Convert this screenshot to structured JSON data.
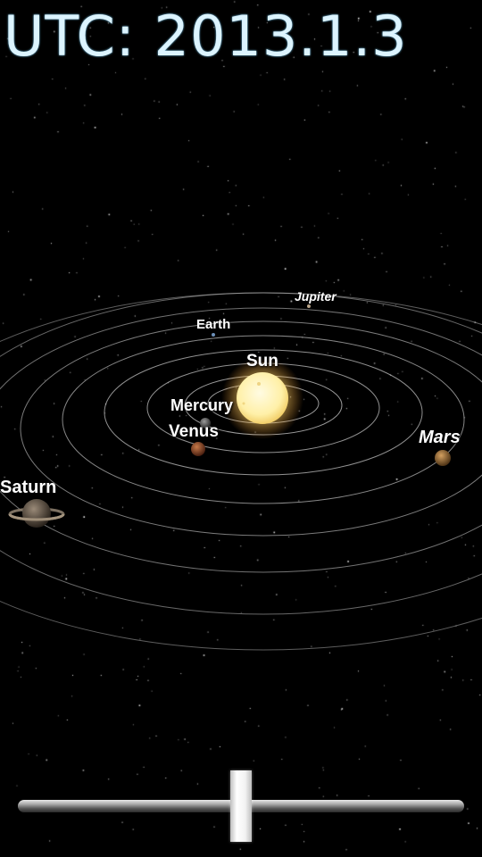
{
  "header": {
    "utc_date": "UTC: 2013.1.3"
  },
  "planets": {
    "jupiter": "Jupiter",
    "earth": "Earth",
    "sun": "Sun",
    "mercury": "Mercury",
    "venus": "Venus",
    "mars": "Mars",
    "saturn": "Saturn"
  },
  "slider": {
    "value": 0.5
  },
  "colors": {
    "background": "#000000",
    "date_text": "#dcf4ff",
    "sun": "#fff3b0",
    "orbit": "#cfcfcf"
  }
}
